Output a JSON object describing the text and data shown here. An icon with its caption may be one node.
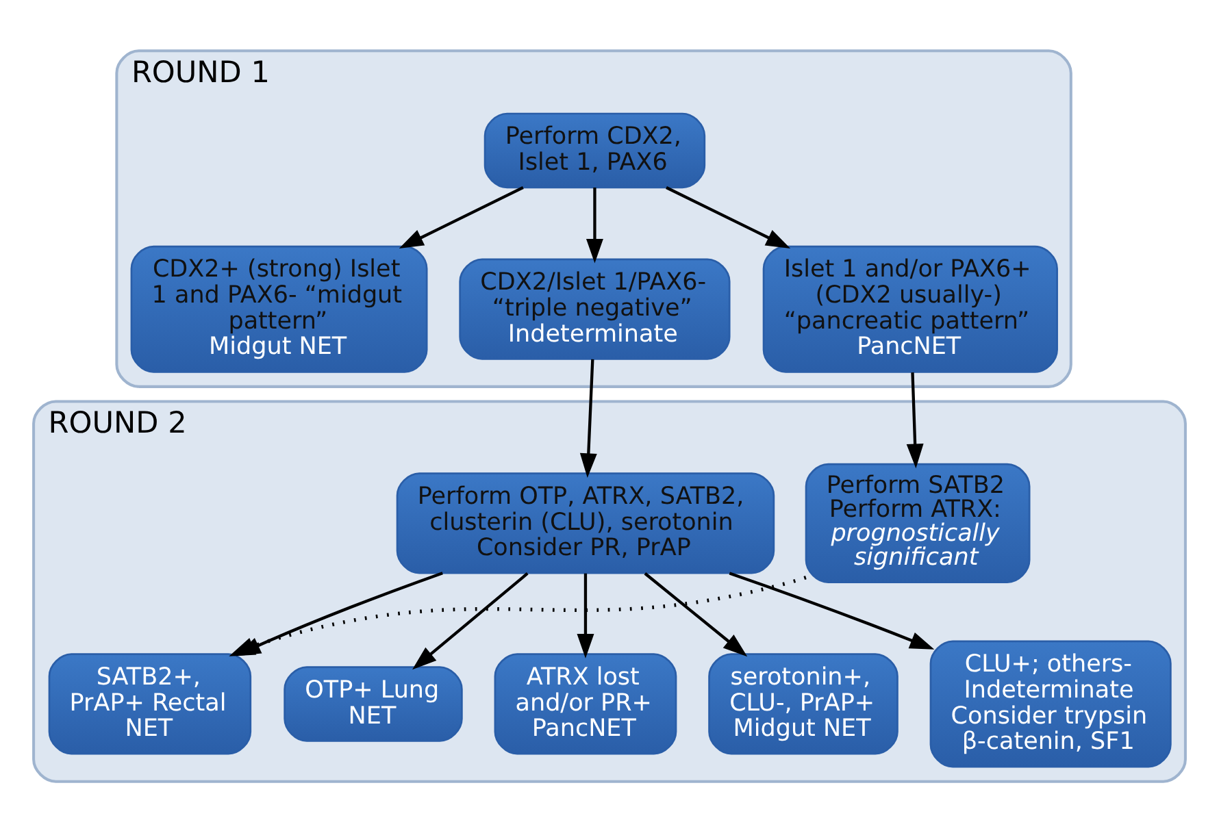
{
  "diagram": {
    "nodes": [
      {
        "text": [
          "ROUND 1"
        ]
      },
      {
        "text": [
          "Perform CDX2, Islet 1, PAX6"
        ],
        "in": 0
      },
      {
        "text": [
          "CDX2+ (strong) Islet 1 and PAX6- “midgut pattern”",
          "Midgut NET"
        ],
        "in": 0
      },
      {
        "text": [
          "CDX2/Islet 1/PAX6- “triple negative”",
          "Indeterminate"
        ],
        "in": 0
      },
      {
        "text": [
          "Islet 1 and/or PAX6+ (CDX2 usually-) “pancreatic pattern”",
          "PancNET"
        ],
        "in": 0
      },
      {
        "text": [
          "ROUND 2"
        ]
      },
      {
        "text": [
          "Perform OTP, ATRX, SATB2, clusterin (CLU), serotonin Consider PR, PrAP"
        ],
        "in": 5
      },
      {
        "text": [
          "Perform SATB2 Perform ATRX:",
          "prognostically significant"
        ],
        "in": 5
      },
      {
        "text": [
          "OTP+ Lung NET"
        ],
        "in": 5
      },
      {
        "text": [
          "ATRX lost and/or PR+ PancNET"
        ],
        "in": 5
      },
      {
        "text": [
          "SATB2+, PrAP+ Rectal NET"
        ],
        "in": 5
      },
      {
        "text": [
          "serotonin+, CLU-, PrAP+ Midgut NET"
        ],
        "in": 5
      },
      {
        "text": [
          "CLU+; others- Indeterminate Consider trypsin β-catenin, SF1"
        ],
        "in": 5
      }
    ],
    "edges": [
      {
        "from": 1,
        "to": 2,
        "arrow": "to"
      },
      {
        "from": 1,
        "to": 3,
        "arrow": "to"
      },
      {
        "from": 1,
        "to": 4,
        "arrow": "to"
      },
      {
        "from": 3,
        "to": 6,
        "arrow": "to"
      },
      {
        "from": 4,
        "to": 7,
        "arrow": "to"
      },
      {
        "from": 6,
        "to": 8,
        "arrow": "to"
      },
      {
        "from": 6,
        "to": 9,
        "arrow": "to"
      },
      {
        "from": 6,
        "to": 10,
        "arrow": "to"
      },
      {
        "from": 6,
        "to": 11,
        "arrow": "to"
      },
      {
        "from": 6,
        "to": 12,
        "arrow": "to"
      },
      {
        "from": 7,
        "to": 10,
        "arrow": "to",
        "style": "dashed"
      }
    ]
  }
}
